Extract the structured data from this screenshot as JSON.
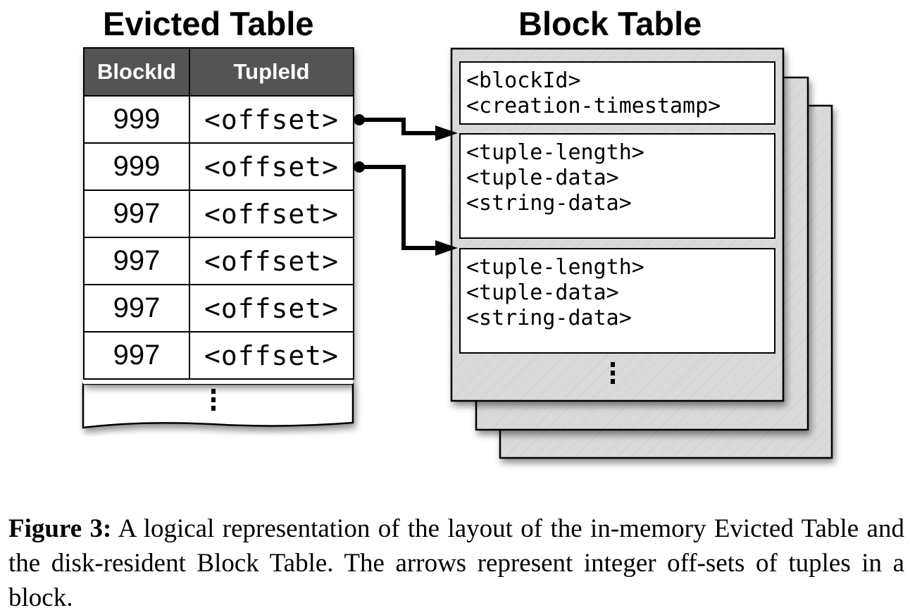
{
  "evicted_table": {
    "title": "Evicted Table",
    "columns": [
      "BlockId",
      "TupleId"
    ],
    "rows": [
      {
        "block_id": "999",
        "tuple_id": "<offset>"
      },
      {
        "block_id": "999",
        "tuple_id": "<offset>"
      },
      {
        "block_id": "997",
        "tuple_id": "<offset>"
      },
      {
        "block_id": "997",
        "tuple_id": "<offset>"
      },
      {
        "block_id": "997",
        "tuple_id": "<offset>"
      },
      {
        "block_id": "997",
        "tuple_id": "<offset>"
      }
    ]
  },
  "block_table": {
    "title": "Block Table",
    "header_fields": [
      "<blockId>",
      "<creation-timestamp>"
    ],
    "tuples": [
      {
        "fields": [
          "<tuple-length>",
          "<tuple-data>",
          "<string-data>"
        ]
      },
      {
        "fields": [
          "<tuple-length>",
          "<tuple-data>",
          "<string-data>"
        ]
      }
    ]
  },
  "caption": {
    "label": "Figure 3:",
    "text": "A logical representation of the layout of the in-memory Evicted Table and the disk-resident Block Table. The arrows represent integer off-sets of tuples in a block."
  },
  "colors": {
    "header_fill": "#545454",
    "page_fill": "#d9d9d9"
  }
}
